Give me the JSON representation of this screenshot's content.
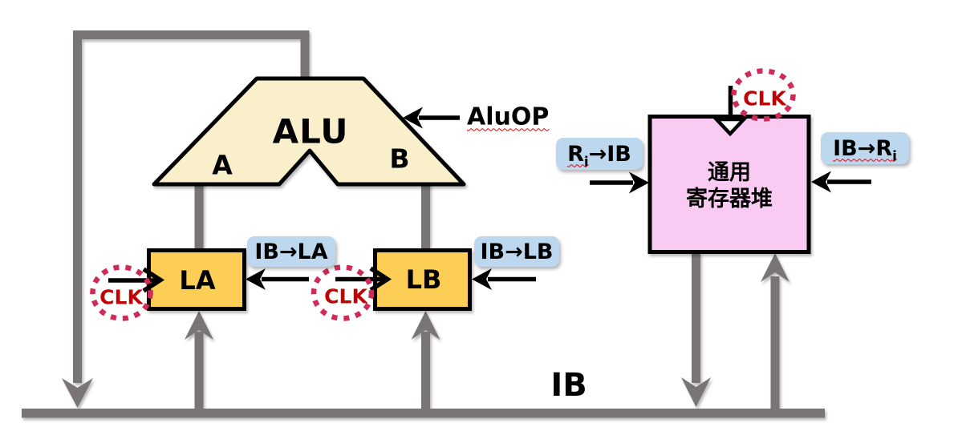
{
  "alu": {
    "label": "ALU",
    "input_a": "A",
    "input_b": "B"
  },
  "registers": {
    "la": "LA",
    "lb": "LB"
  },
  "register_file": {
    "name_line1": "通用",
    "name_line2": "寄存器堆"
  },
  "bus": {
    "label": "IB"
  },
  "clock": {
    "label": "CLK"
  },
  "control_signals": {
    "alu_op": "AluOP",
    "ib_to_la": "IB→LA",
    "ib_to_lb": "IB→LB",
    "ri_to_ib_pre": "R",
    "ri_to_ib_sub": "i",
    "ri_to_ib_post": "→IB",
    "ib_to_ri_pre": "IB→R",
    "ib_to_ri_sub": "i"
  },
  "colors": {
    "wire_gray": "#7a7474",
    "alu_fill": "#faefcb",
    "register_fill": "#fcce55",
    "register_file_fill": "#f9cbf2",
    "label_background": "#bdd7ee",
    "clk_text": "#be0404",
    "clk_ring": "#ce2b56",
    "outline": "#000000"
  }
}
